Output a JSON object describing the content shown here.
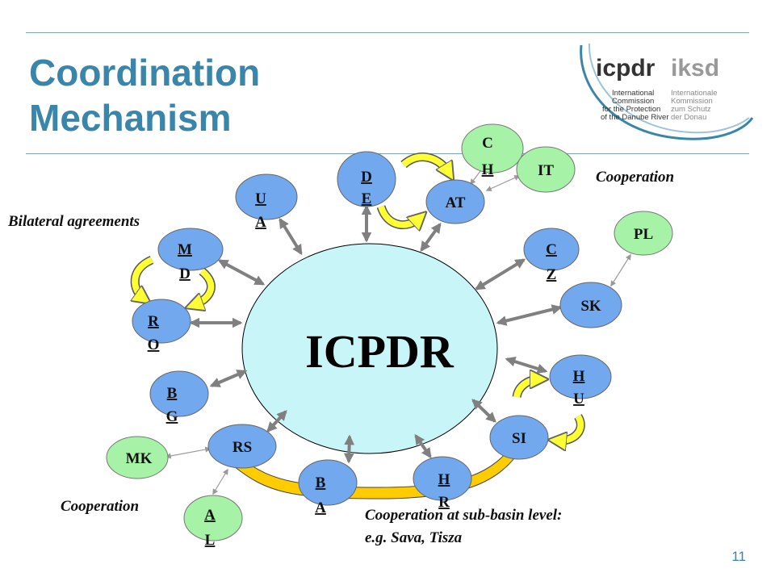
{
  "slide": {
    "title_line1": "Coordination",
    "title_line2": "Mechanism",
    "page_number": "11"
  },
  "logo": {
    "brand_left": "icpdr",
    "brand_right": "iksd",
    "english": [
      "International",
      "Commission",
      "for the Protection",
      "of the Danube River"
    ],
    "german": [
      "Internationale",
      "Kommission",
      "zum Schutz",
      "der Donau"
    ]
  },
  "center": {
    "label": "ICPDR"
  },
  "labels": {
    "cooperation_top": "Cooperation",
    "bilateral": "Bilateral agreements",
    "cooperation_bottom": "Cooperation",
    "subbasin_line1": "Cooperation at sub-basin level:",
    "subbasin_line2": "e.g. Sava, Tisza"
  },
  "countries": {
    "de": [
      "D",
      "E"
    ],
    "ch": [
      "C",
      "H"
    ],
    "it": [
      "IT"
    ],
    "ua": [
      "U",
      "A"
    ],
    "at": [
      "AT"
    ],
    "md": [
      "M",
      "D"
    ],
    "pl": [
      "PL"
    ],
    "cz": [
      "C",
      "Z"
    ],
    "ro": [
      "R",
      "O"
    ],
    "sk": [
      "SK"
    ],
    "hu": [
      "H",
      "U"
    ],
    "bg": [
      "B",
      "G"
    ],
    "si": [
      "SI"
    ],
    "rs": [
      "RS"
    ],
    "mk": [
      "MK"
    ],
    "hr": [
      "H",
      "R"
    ],
    "ba": [
      "B",
      "A"
    ],
    "al": [
      "A",
      "L"
    ]
  },
  "colors": {
    "accent": "#3a86aa",
    "member_fill": "#72a8ee",
    "cooperating_fill": "#a6f2a6",
    "center_fill": "#c8f6f8",
    "arrow": "#808080",
    "curved_arrow": "#ffff33",
    "subbasin_band": "#ffcc00"
  }
}
